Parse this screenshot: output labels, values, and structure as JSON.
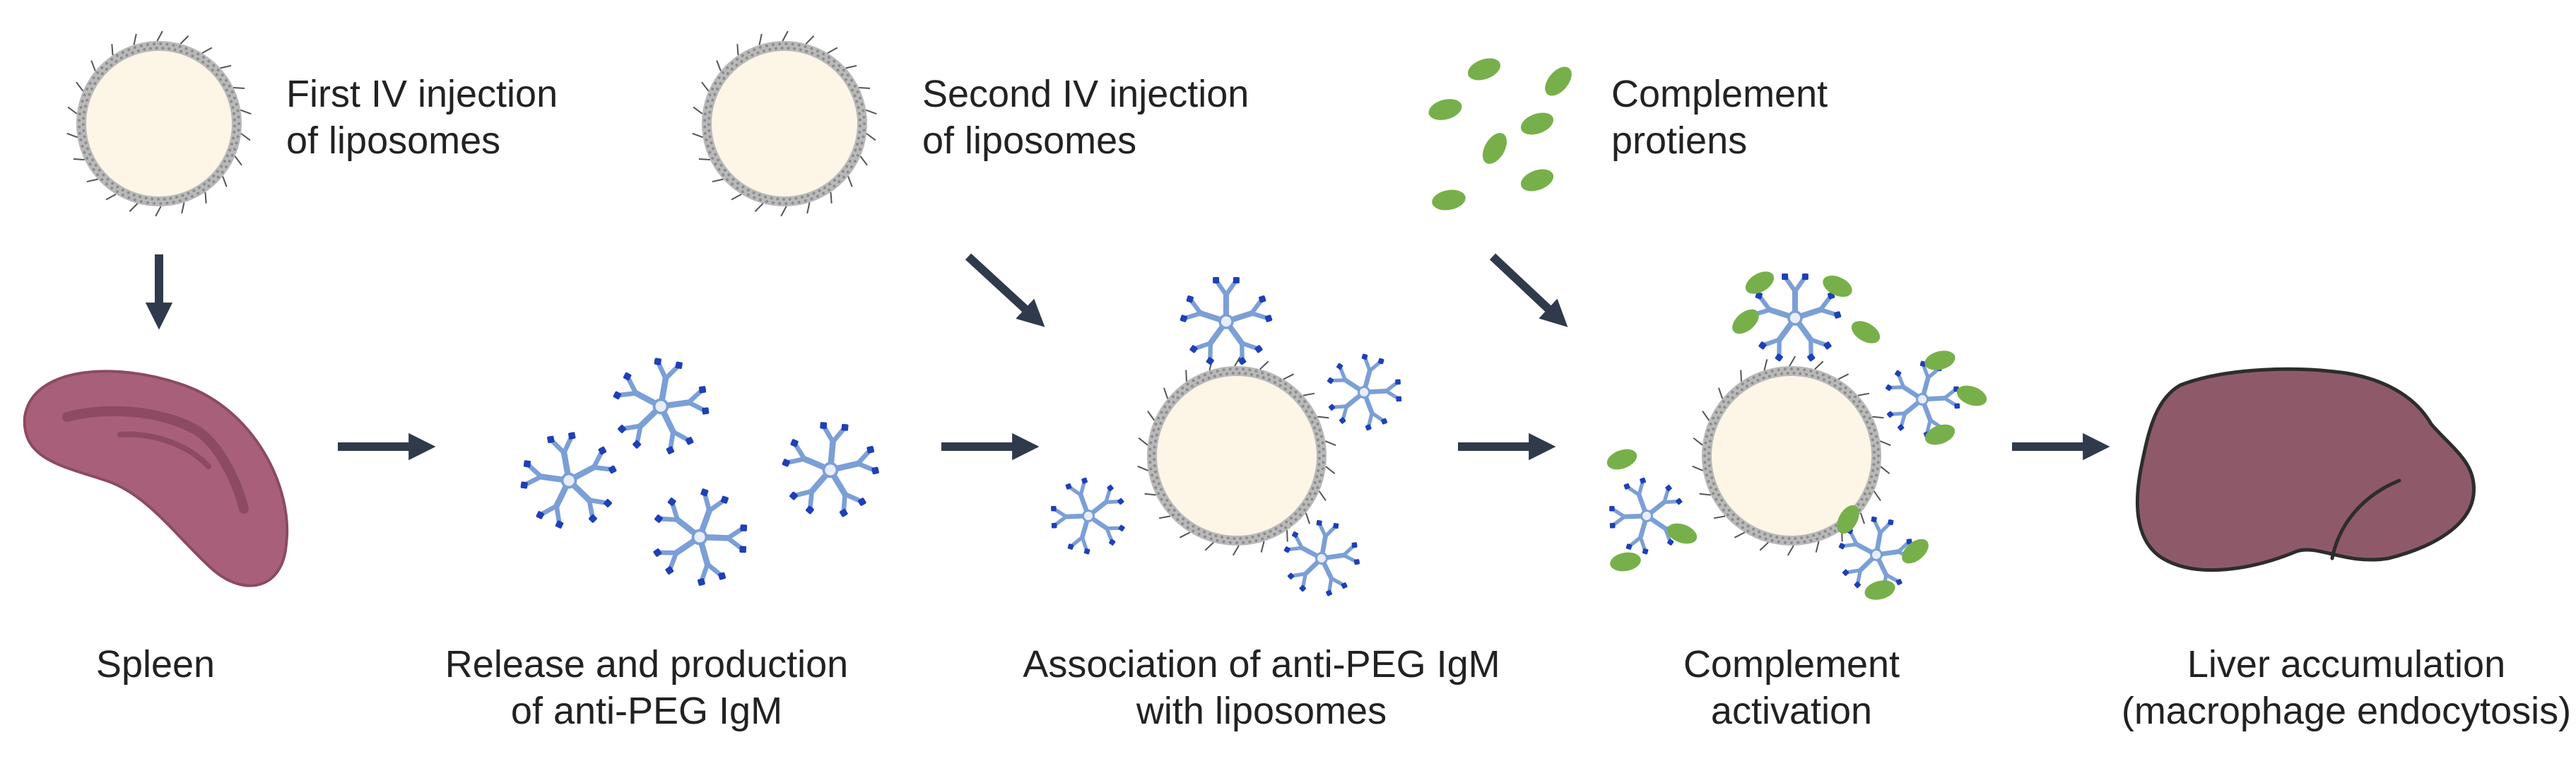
{
  "colors": {
    "liposome_fill": "#fdf5e6",
    "membrane": "#b9b9b9",
    "membrane_dots": "#8c8c8c",
    "antibody_light": "#7b9fd6",
    "antibody_dark": "#1f3fb8",
    "complement": "#77b04a",
    "spleen": "#a8607a",
    "spleen_dark": "#8c4a63",
    "liver": "#8e5a6a",
    "arrow": "#2f3a4d",
    "text": "#222222"
  },
  "icons": {
    "liposome": "liposome-icon",
    "antibody": "igm-pentamer-icon",
    "complement": "complement-protein-icon",
    "spleen": "spleen-icon",
    "liver": "liver-icon",
    "arrow": "arrow-icon"
  },
  "top": {
    "first_injection": {
      "line1": "First IV injection",
      "line2": "of liposomes"
    },
    "second_injection": {
      "line1": "Second IV injection",
      "line2": "of liposomes"
    },
    "complement_proteins": {
      "line1": "Complement",
      "line2": "protiens"
    }
  },
  "steps": [
    {
      "line1": "Spleen",
      "line2": ""
    },
    {
      "line1": "Release and production",
      "line2": "of anti-PEG IgM"
    },
    {
      "line1": "Association of anti-PEG IgM",
      "line2": "with liposomes"
    },
    {
      "line1": "Complement",
      "line2": "activation"
    },
    {
      "line1": "Liver accumulation",
      "line2": "(macrophage endocytosis)"
    }
  ]
}
